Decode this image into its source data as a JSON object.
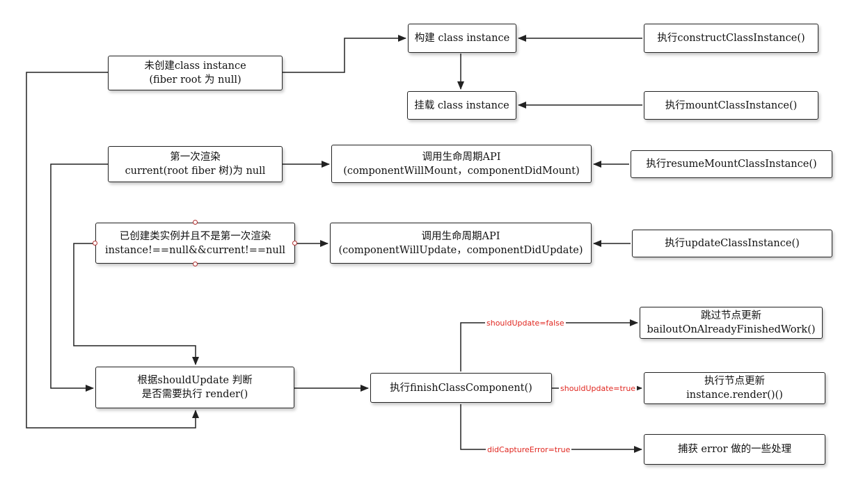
{
  "nodes": {
    "not_created": {
      "line1": "未创建class instance",
      "line2": "(fiber root 为 null)"
    },
    "construct": {
      "line1": "构建 class instance"
    },
    "exec_construct": {
      "line1": "执行constructClassInstance()"
    },
    "mount": {
      "line1": "挂载 class instance"
    },
    "exec_mount": {
      "line1": "执行mountClassInstance()"
    },
    "first_render": {
      "line1": "第一次渲染",
      "line2": "current(root fiber 树)为 null"
    },
    "lifecycle_mount": {
      "line1": "调用生命周期API",
      "line2": "(componentWillMount，componentDidMount)"
    },
    "exec_resume": {
      "line1": "执行resumeMountClassInstance()"
    },
    "created_not_first": {
      "line1": "已创建类实例并且不是第一次渲染",
      "line2": "instance!==null&&current!==null"
    },
    "lifecycle_update": {
      "line1": "调用生命周期API",
      "line2": "(componentWillUpdate，componentDidUpdate)"
    },
    "exec_update": {
      "line1": "执行updateClassInstance()"
    },
    "should_update": {
      "line1": "根据shouldUpdate 判断",
      "line2": "是否需要执行 render()"
    },
    "finish": {
      "line1": "执行finishClassComponent()"
    },
    "bailout": {
      "line1": "跳过节点更新",
      "line2": "bailoutOnAlreadyFinishedWork()"
    },
    "exec_render": {
      "line1": "执行节点更新",
      "line2": "instance.render()()"
    },
    "capture": {
      "line1": "捕获 error 做的一些处理"
    }
  },
  "edge_labels": {
    "should_false": "shouldUpdate=false",
    "should_true": "shouldUpdate=true",
    "did_capture": "didCaptureError=true"
  },
  "colors": {
    "label_red": "#e0261f",
    "stroke": "#222222"
  }
}
